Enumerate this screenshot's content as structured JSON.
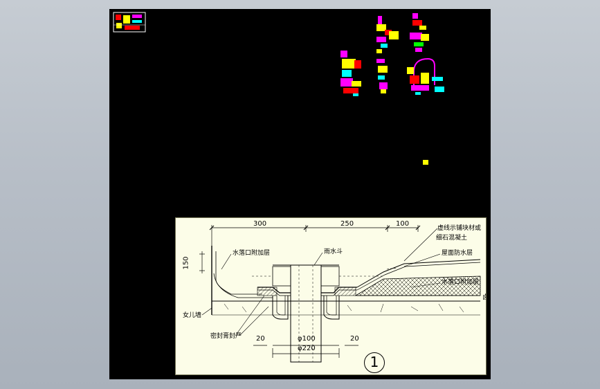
{
  "colors": {
    "background": "#b9c0c9",
    "model_space": "#000000",
    "paper": "#fcfde8",
    "accent_yellow": "#ffff00",
    "accent_magenta": "#ff00ff",
    "accent_cyan": "#00ffff",
    "accent_red": "#ff0000"
  },
  "detail": {
    "dimensions": {
      "d300": "300",
      "d250": "250",
      "d100": "100",
      "d150": "150",
      "d20_left": "20",
      "d20_right": "20",
      "d_phi100": "φ100",
      "d_phi220": "φ220"
    },
    "labels": {
      "waterproof_additional_left": "水落口附加层",
      "rain_hopper": "雨水斗",
      "dotted_line_note": "虚线示铺块材或",
      "fine_stone_concrete": "细石混凝土",
      "roof_waterproof_layer": "屋面防水层",
      "waterproof_additional_right": "水落口附加层",
      "parapet": "女儿墙",
      "sealant": "密封膏封严",
      "edge_mark": "卤"
    },
    "detail_number": "1"
  }
}
